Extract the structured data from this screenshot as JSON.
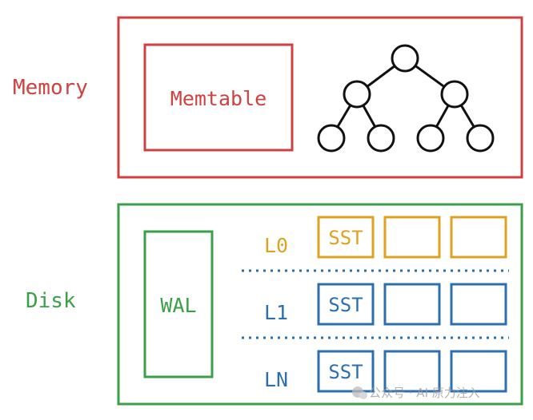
{
  "labels": {
    "memory": "Memory",
    "disk": "Disk",
    "memtable": "Memtable",
    "wal": "WAL"
  },
  "levels": [
    {
      "name": "L0",
      "first_block": "SST",
      "color": "#e0a020"
    },
    {
      "name": "L1",
      "first_block": "SST",
      "color": "#2b6fb0"
    },
    {
      "name": "LN",
      "first_block": "SST",
      "color": "#2b6fb0"
    }
  ],
  "watermark": "公众号 · AI 原力注入",
  "colors": {
    "memory": "#d04040",
    "disk": "#3aa048",
    "tree": "#111111"
  }
}
